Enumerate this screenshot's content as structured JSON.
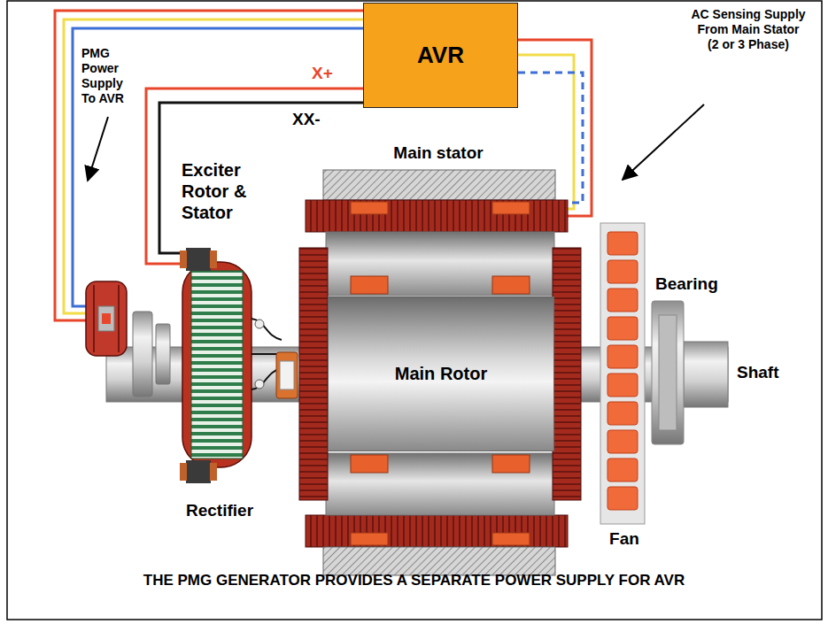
{
  "diagram": {
    "caption": "THE PMG GENERATOR PROVIDES A SEPARATE POWER SUPPLY FOR AVR",
    "nodes": [
      {
        "text": [
          "AVR"
        ]
      },
      {
        "text": [
          "Main Rotor"
        ]
      }
    ],
    "labels": [
      "PMG Power Supply To AVR",
      "X+",
      "AC Sensing Supply From Main Stator (2 or 3 Phase)",
      "XX-",
      "Exciter Rotor & Stator",
      "Main stator",
      "Bearing",
      "Shaft",
      "Rectifier",
      "Fan"
    ]
  }
}
